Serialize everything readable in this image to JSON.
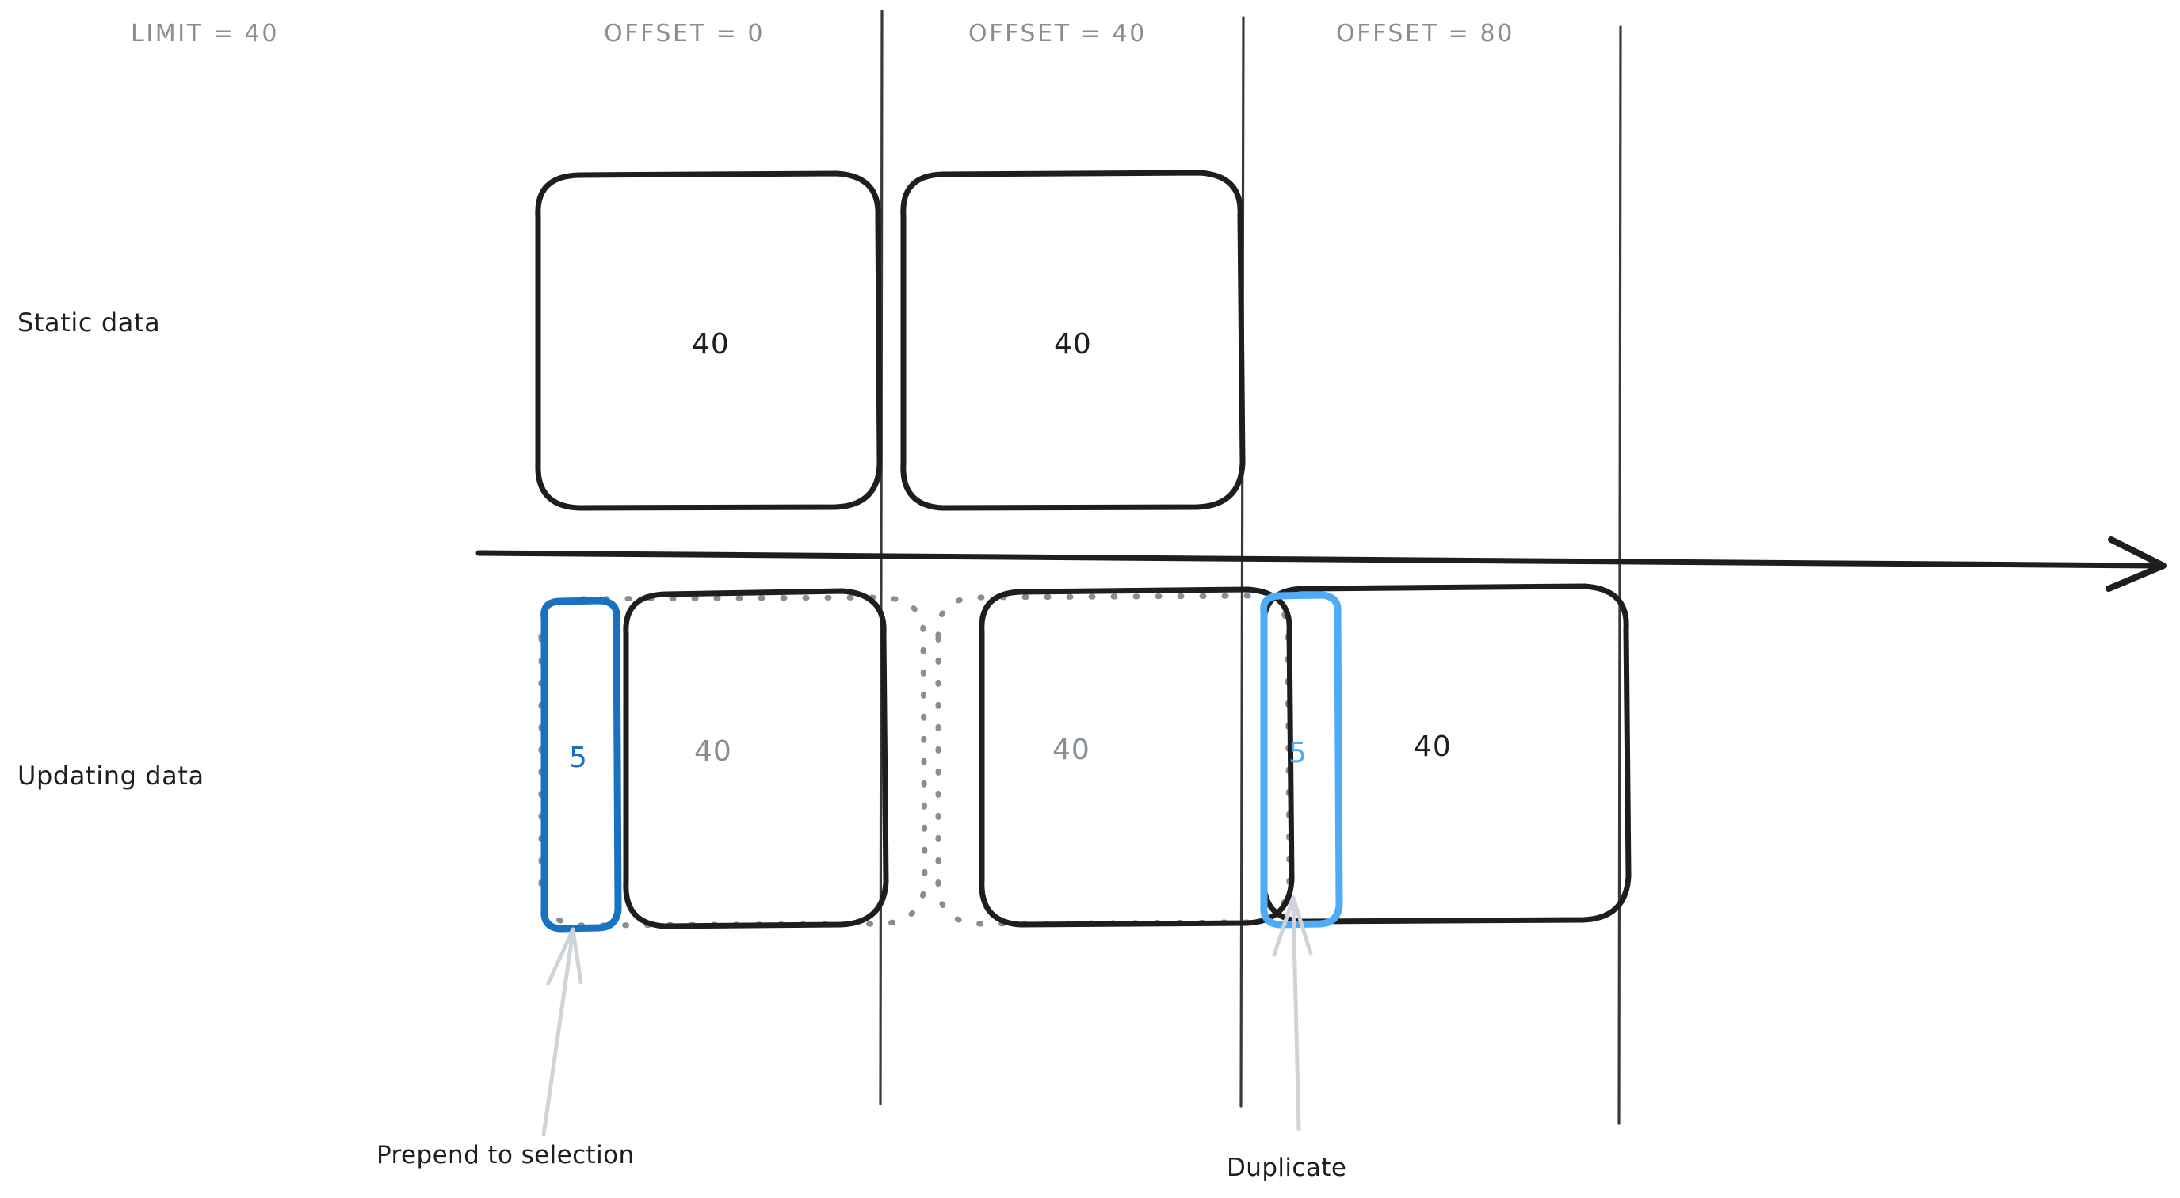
{
  "diagram": {
    "title_annotations": {
      "limit": "LIMIT = 40"
    },
    "column_headers": [
      {
        "label": "OFFSET = 0"
      },
      {
        "label": "OFFSET = 40"
      },
      {
        "label": "OFFSET = 80"
      }
    ],
    "row_labels": [
      {
        "label": "Static data"
      },
      {
        "label": "Updating data"
      }
    ],
    "static_row": {
      "boxes": [
        {
          "value": "40",
          "style": "solid-black"
        },
        {
          "value": "40",
          "style": "solid-black"
        }
      ]
    },
    "updating_row": {
      "boxes": [
        {
          "value": "5",
          "style": "blue-dark",
          "kind": "prepended"
        },
        {
          "value": "40",
          "style": "solid-black",
          "kind": "page",
          "value_color": "gray"
        },
        {
          "value": "40",
          "style": "solid-black",
          "kind": "page",
          "value_color": "gray"
        },
        {
          "value": "5",
          "style": "blue-light",
          "kind": "duplicate"
        },
        {
          "value": "40",
          "style": "solid-black",
          "kind": "page",
          "value_color": "black"
        }
      ],
      "ghost_boxes": [
        {
          "kind": "dotted-outline-original-page-1"
        },
        {
          "kind": "dotted-outline-original-page-2"
        }
      ]
    },
    "callouts": [
      {
        "label": "Prepend to selection"
      },
      {
        "label": "Duplicate"
      }
    ],
    "colors": {
      "ink": "#1e1e1e",
      "muted": "#868e96",
      "blue_dark": "#1971c2",
      "blue_light": "#4dabf7",
      "ghost": "#868e96",
      "leader": "#ced4da"
    }
  }
}
